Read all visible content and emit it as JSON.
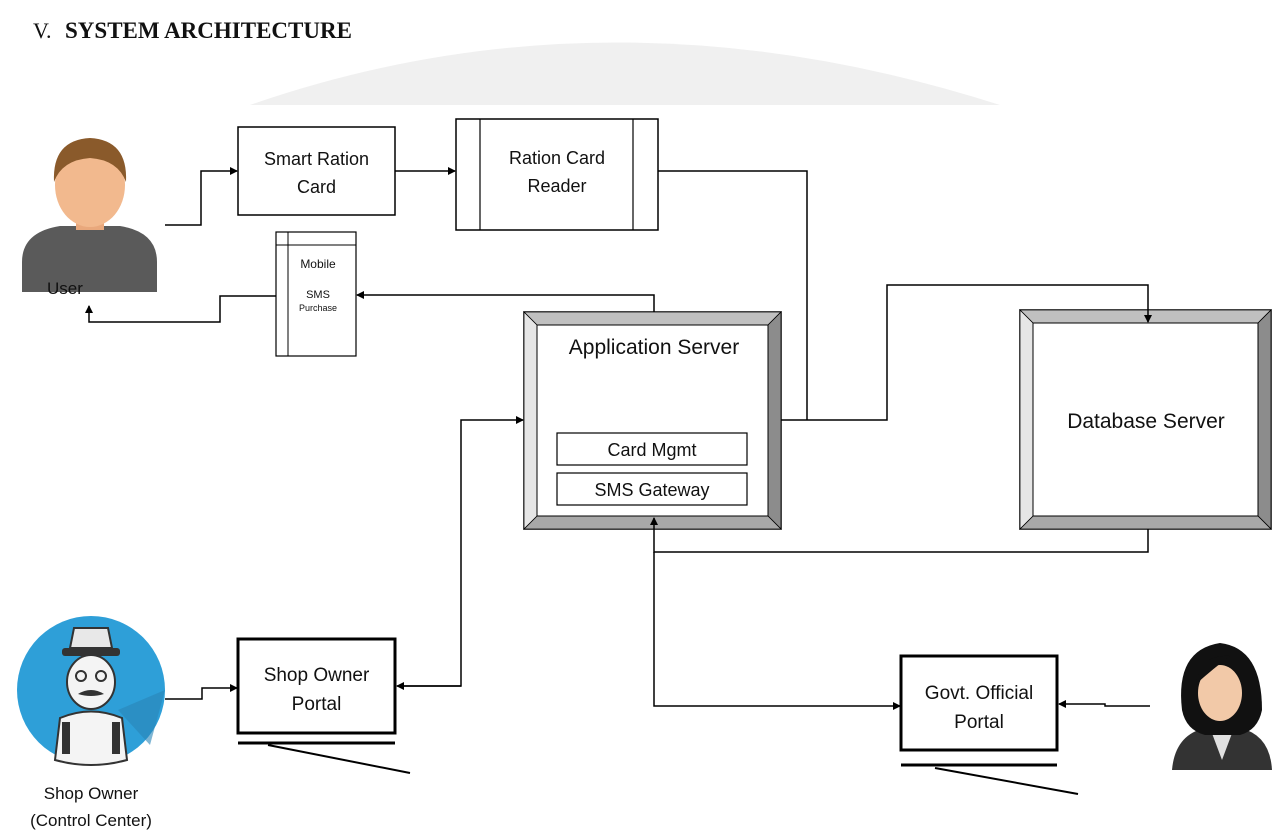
{
  "section": {
    "number": "V.",
    "title": "SYSTEM ARCHITECTURE"
  },
  "nodes": {
    "smart_card": {
      "line1": "Smart Ration",
      "line2": "Card"
    },
    "card_reader": {
      "line1": "Ration Card",
      "line2": "Reader"
    },
    "mobile": {
      "line1": "Mobile",
      "line2": "SMS",
      "line3": "Purchase"
    },
    "app_server": {
      "title": "Application Server",
      "module1": "Card Mgmt",
      "module2": "SMS Gateway"
    },
    "db_server": {
      "title": "Database Server"
    },
    "shop_portal": {
      "line1": "Shop Owner",
      "line2": "Portal"
    },
    "govt_portal": {
      "line1": "Govt. Official",
      "line2": "Portal"
    }
  },
  "actors": {
    "user": {
      "label": "User",
      "icon": "user-avatar-icon"
    },
    "shop_owner": {
      "line1": "Shop Owner",
      "line2": "(Control Center)",
      "icon": "shop-owner-avatar-icon"
    },
    "govt_official": {
      "icon": "govt-official-avatar-icon"
    }
  },
  "colors": {
    "shop_owner_circle": "#2e9fd8",
    "user_face": "#f2b98e",
    "user_shirt": "#5a5a5a",
    "user_hair": "#8a5a2b"
  }
}
